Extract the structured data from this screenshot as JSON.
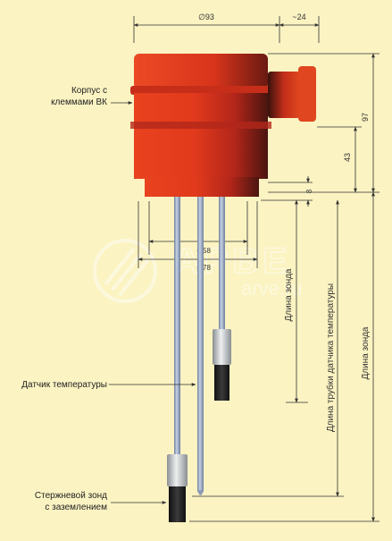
{
  "dimensions": {
    "width_label": "∅93",
    "offset_label": "~24",
    "height_total": "97",
    "height_mid": "43",
    "height_small": "8",
    "inner_dia_1": "∅58",
    "inner_dia_2": "∅78",
    "probe_length": "Длина зонда",
    "sensor_tube_length": "Длина трубки датчика температуры",
    "total_probe_length": "Длина зонда"
  },
  "callouts": {
    "housing_line1": "Корпус с",
    "housing_line2": "клеммами ВК",
    "temperature_sensor": "Датчик температуры",
    "rod_probe_line1": "Стержневой зонд",
    "rod_probe_line2": "с заземлением"
  },
  "watermark": {
    "logo_text": "АРВЕ",
    "site": "arve.ru"
  },
  "colors": {
    "background": "#fbf3c2",
    "housing": "#d9341c",
    "rod": "#9eaec9",
    "line": "#333333"
  }
}
